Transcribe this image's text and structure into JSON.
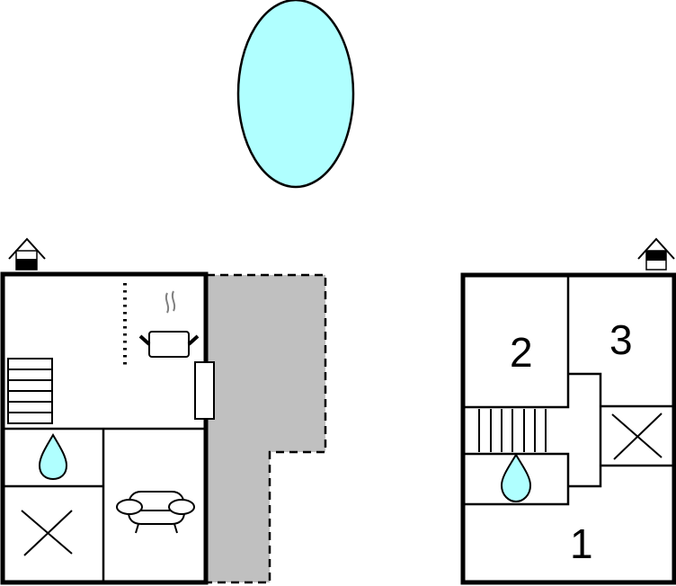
{
  "colors": {
    "pool_fill": "#b0ffff",
    "water_fill": "#b0ffff",
    "terrace_fill": "#c0c0c0",
    "wall": "#000000",
    "steam": "#808080",
    "background": "#ffffff"
  },
  "pool": {
    "shape": "ellipse",
    "icon": "pool-icon"
  },
  "ground_floor": {
    "floor_icon": "house-ground-floor-icon",
    "rooms": [
      {
        "id": "kitchen-living",
        "icons": [
          "staircase-icon",
          "cooking-pot-icon",
          "kitchen-counter-icon",
          "door-icon"
        ]
      },
      {
        "id": "bathroom",
        "icons": [
          "water-drop-icon"
        ]
      },
      {
        "id": "utility",
        "icons": [
          "cross-icon"
        ]
      },
      {
        "id": "living-room",
        "icons": [
          "sofa-icon"
        ]
      }
    ],
    "terrace": {
      "icon": "terrace-area"
    }
  },
  "upper_floor": {
    "floor_icon": "house-upper-floor-icon",
    "rooms": [
      {
        "id": "bedroom-1",
        "label": "1"
      },
      {
        "id": "bedroom-2",
        "label": "2"
      },
      {
        "id": "bedroom-3",
        "label": "3"
      },
      {
        "id": "bathroom-upper",
        "icons": [
          "water-drop-icon"
        ]
      },
      {
        "id": "void",
        "icons": [
          "cross-icon"
        ]
      },
      {
        "id": "stairs",
        "icons": [
          "staircase-icon"
        ]
      }
    ]
  }
}
